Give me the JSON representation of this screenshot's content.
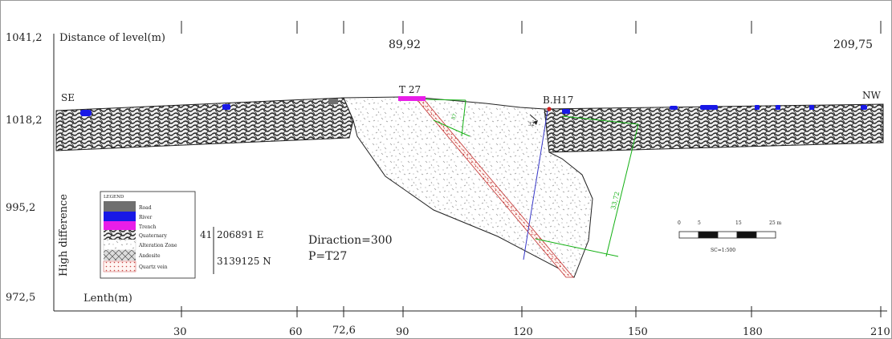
{
  "header": {
    "distance_label": "Distance of level(m)",
    "distance_mid": "89,92",
    "distance_right": "209,75"
  },
  "axes": {
    "y_title": "High difference",
    "x_title": "Lenth(m)",
    "y_ticks": [
      "1041,2",
      "1018,2",
      "995,2",
      "972,5"
    ],
    "x_ticks": [
      "30",
      "60",
      "72,6",
      "90",
      "120",
      "150",
      "180",
      "210"
    ]
  },
  "section": {
    "left_end": "SE",
    "right_end": "NW",
    "trench": "T 27",
    "borehole": "B.H17",
    "dim_a": "37",
    "dim_b": "33,72",
    "angle": "32"
  },
  "coords": {
    "zone": "41",
    "easting": "206891 E",
    "northing": "3139125 N"
  },
  "info": {
    "direction": "Diraction=300",
    "profile": "P=T27"
  },
  "legend": {
    "title": "LEGEND",
    "items": [
      "Road",
      "River",
      "Trench",
      "Quaternary",
      "Alteration Zone",
      "Andesite",
      "Quartz vein"
    ]
  },
  "scale": {
    "ticks": [
      "0",
      "5",
      "15",
      "25 m"
    ],
    "ratio": "SC=1:500"
  },
  "colors": {
    "road": "#6f6f6f",
    "river": "#1818e6",
    "trench": "#e81ee8",
    "quartz": "#d85050",
    "green": "#12b012",
    "borehole_line": "#3838c8"
  }
}
